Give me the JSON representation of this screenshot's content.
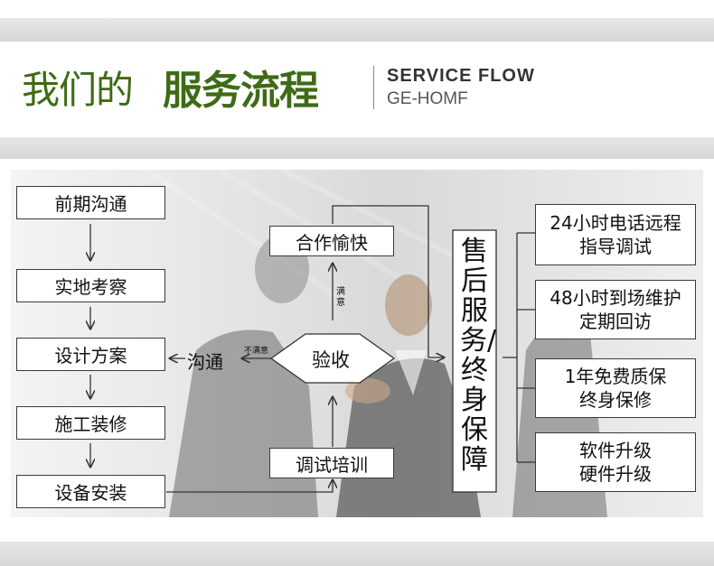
{
  "header": {
    "title_light": "我们的",
    "title_bold": "服务流程",
    "subtitle_en": "SERVICE FLOW",
    "subtitle_code": "GE-HOMF"
  },
  "flow": {
    "steps": [
      "前期沟通",
      "实地考察",
      "设计方案",
      "施工装修",
      "设备安装"
    ],
    "cooperation": "合作愉快",
    "acceptance": "验收",
    "training": "调试培训",
    "communicate": "沟通",
    "satisfied": "满意",
    "not_satisfied": "不满意",
    "aftersales": "售后服务/终身保障",
    "services": [
      {
        "line1": "24小时电话远程",
        "line2": "指导调试"
      },
      {
        "line1": "48小时到场维护",
        "line2": "定期回访"
      },
      {
        "line1": "1年免费质保",
        "line2": "终身保修"
      },
      {
        "line1": "软件升级",
        "line2": "硬件升级"
      }
    ]
  },
  "colors": {
    "title_green": "#3e6b16",
    "band_gray": "#dcdcdc",
    "line": "#333333"
  }
}
